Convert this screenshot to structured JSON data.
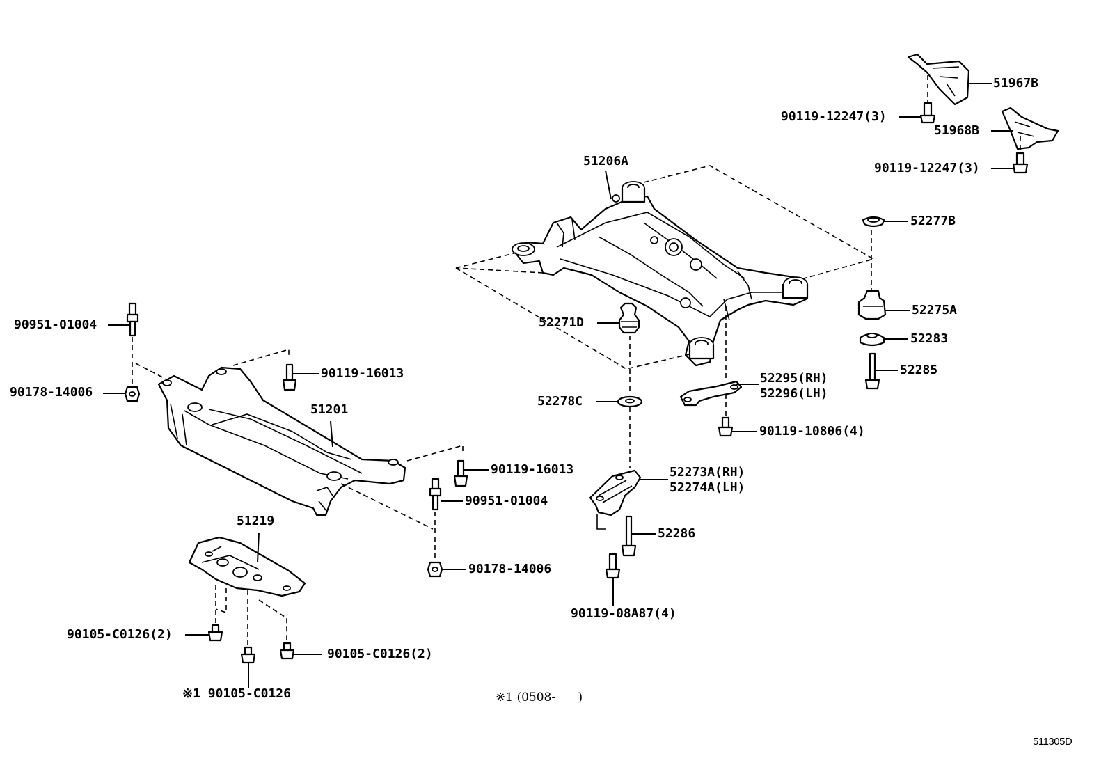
{
  "labels": {
    "p51967b": "51967B",
    "p90119_12247_top": "90119-12247(3)",
    "p51968b": "51968B",
    "p90119_12247_bot": "90119-12247(3)",
    "p51206a": "51206A",
    "p52277b": "52277B",
    "p52275a": "52275A",
    "p52283": "52283",
    "p52285": "52285",
    "p52271d": "52271D",
    "p52295": "52295(RH)",
    "p52296": "52296(LH)",
    "p52278c": "52278C",
    "p90119_10806": "90119-10806(4)",
    "p52273a": "52273A(RH)",
    "p52274a": "52274A(LH)",
    "p52286": "52286",
    "p90119_08a87": "90119-08A87(4)",
    "p90951_01004_left": "90951-01004",
    "p90178_14006_left": "90178-14006",
    "p90119_16013_top": "90119-16013",
    "p51201": "51201",
    "p90119_16013_right": "90119-16013",
    "p90951_01004_right": "90951-01004",
    "p90178_14006_right": "90178-14006",
    "p51219": "51219",
    "p90105_c0126_left": "90105-C0126(2)",
    "p90105_c0126_right": "90105-C0126(2)",
    "p90105_c0126_note": "※1 90105-C0126"
  },
  "footnote": "※1 (0508-      )",
  "diagram_code": "511305D"
}
